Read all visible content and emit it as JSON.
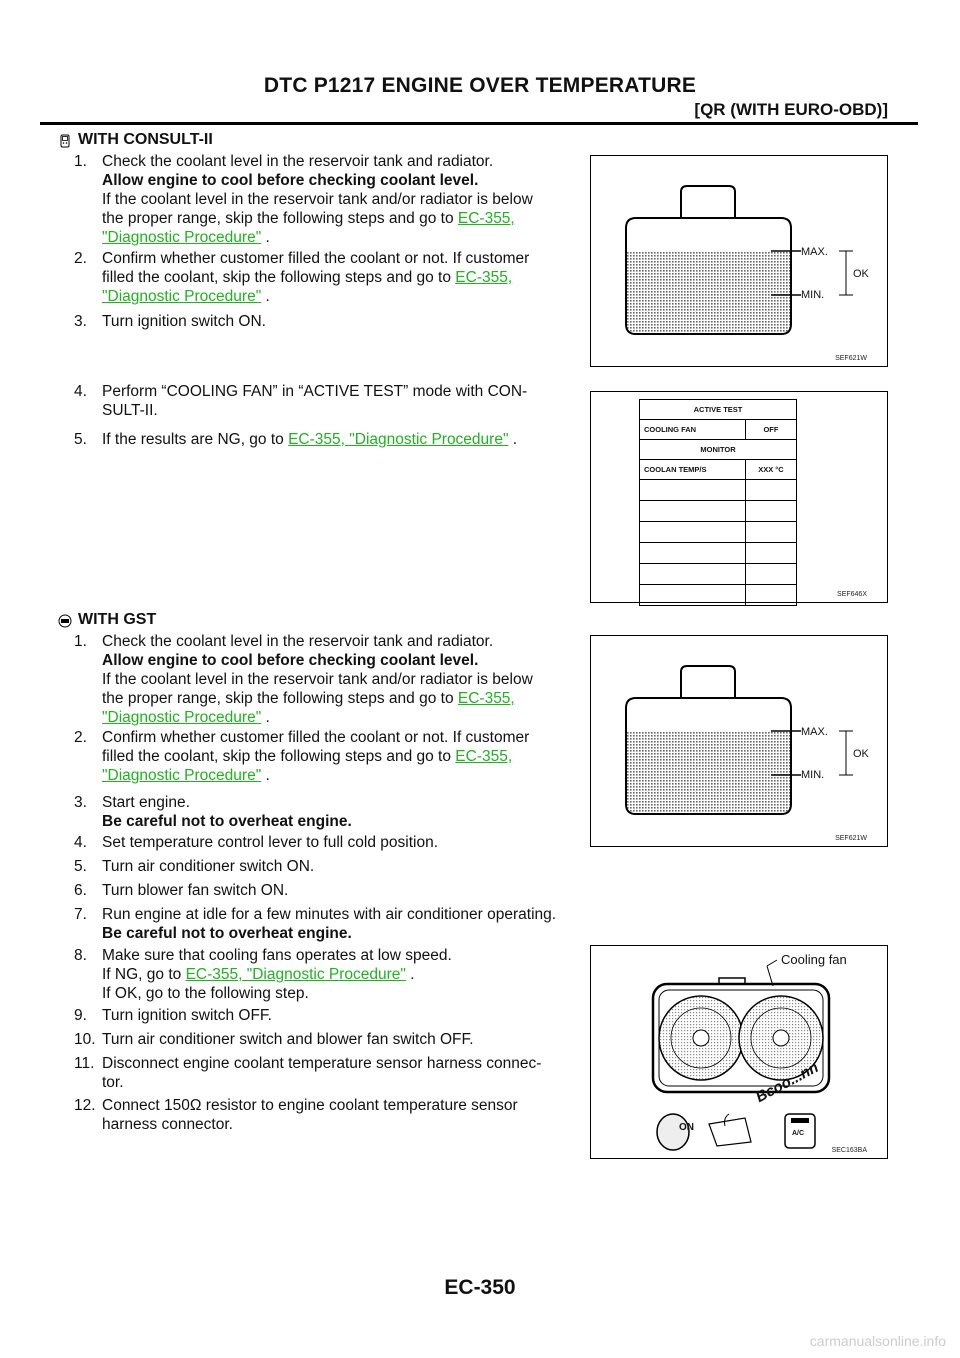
{
  "header": {
    "title": "DTC P1217 ENGINE OVER TEMPERATURE",
    "subtitle": "[QR (WITH EURO-OBD)]"
  },
  "section1": {
    "heading": "WITH CONSULT-II",
    "icon": "consult-icon",
    "step1": {
      "num": "1.",
      "text": "Check the coolant level in the reservoir tank and radiator.",
      "bold": "Allow engine to cool before checking coolant level.",
      "line_a": "If the coolant level in the reservoir tank and/or radiator is below",
      "line_b": "the proper range, skip the following steps and go to",
      "link_a": "EC-355,",
      "link_b": "\"Diagnostic Procedure\"",
      "tail": " ."
    },
    "step2": {
      "num": "2.",
      "line_a": "Confirm whether customer filled the coolant or not. If customer",
      "line_b": "filled the coolant, skip the following steps and go to",
      "link_a": "EC-355,",
      "link_b": "\"Diagnostic Procedure\"",
      "tail": " ."
    },
    "step3": {
      "num": "3.",
      "text": "Turn ignition switch ON."
    },
    "step4": {
      "num": "4.",
      "line_a": "Perform “COOLING FAN” in “ACTIVE TEST” mode with CON-",
      "line_b": "SULT-II."
    },
    "step5": {
      "num": "5.",
      "text": "If the results are NG, go to ",
      "link": "EC-355, \"Diagnostic Procedure\"",
      "tail": " ."
    }
  },
  "section2": {
    "heading": "WITH GST",
    "icon": "gst-icon",
    "step1": {
      "num": "1.",
      "text": "Check the coolant level in the reservoir tank and radiator.",
      "bold": "Allow engine to cool before checking coolant level.",
      "line_a": "If the coolant level in the reservoir tank and/or radiator is below",
      "line_b": "the proper range, skip the following steps and go to",
      "link_a": "EC-355,",
      "link_b": "\"Diagnostic Procedure\"",
      "tail": " ."
    },
    "step2": {
      "num": "2.",
      "line_a": "Confirm whether customer filled the coolant or not. If customer",
      "line_b": "filled the coolant, skip the following steps and go to",
      "link_a": "EC-355,",
      "link_b": "\"Diagnostic Procedure\"",
      "tail": " ."
    },
    "step3": {
      "num": "3.",
      "text": "Start engine.",
      "bold": "Be careful not to overheat engine."
    },
    "step4": {
      "num": "4.",
      "text": "Set temperature control lever to full cold position."
    },
    "step5": {
      "num": "5.",
      "text": "Turn air conditioner switch ON."
    },
    "step6": {
      "num": "6.",
      "text": "Turn blower fan switch ON."
    },
    "step7": {
      "num": "7.",
      "text": "Run engine at idle for a few minutes with air conditioner operating.",
      "bold": "Be careful not to overheat engine."
    },
    "step8": {
      "num": "8.",
      "text": "Make sure that cooling fans operates at low speed.",
      "ng_prefix": "If NG, go to ",
      "link": "EC-355, \"Diagnostic Procedure\"",
      "tail": " .",
      "ok": "If OK, go to the following step."
    },
    "step9": {
      "num": "9.",
      "text": "Turn ignition switch OFF."
    },
    "step10": {
      "num": "10.",
      "text": "Turn air conditioner switch and blower fan switch OFF."
    },
    "step11": {
      "num": "11.",
      "line_a": "Disconnect engine coolant temperature sensor harness connec-",
      "line_b": "tor."
    },
    "step12": {
      "num": "12.",
      "line_a": "Connect 150Ω resistor to engine coolant temperature sensor",
      "line_b": "harness connector."
    }
  },
  "figures": {
    "tank": {
      "max": "MAX.",
      "min": "MIN.",
      "ok": "OK",
      "code": "SEF621W"
    },
    "active_test": {
      "header": "ACTIVE TEST",
      "row1": [
        "COOLING FAN",
        "OFF"
      ],
      "monitor": "MONITOR",
      "row2": [
        "COOLAN TEMP/S",
        "XXX °C"
      ],
      "code": "SEF646X"
    },
    "fan": {
      "label": "Cooling fan",
      "sound": "Bcoo...nn",
      "on_label": "ON",
      "ac_label": "A/C",
      "code": "SEC163BA"
    }
  },
  "footer": {
    "page": "EC-350"
  },
  "watermark": "carmanualsonline.info"
}
